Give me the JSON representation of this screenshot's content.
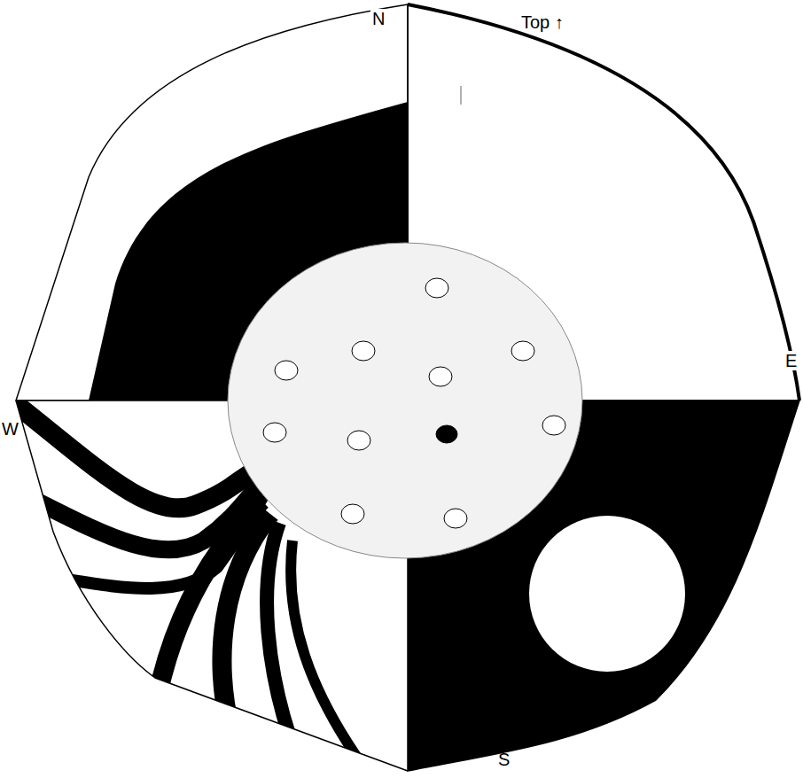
{
  "diagram": {
    "labels": [
      "N",
      "Top ↑",
      "E",
      "W",
      "S"
    ]
  }
}
